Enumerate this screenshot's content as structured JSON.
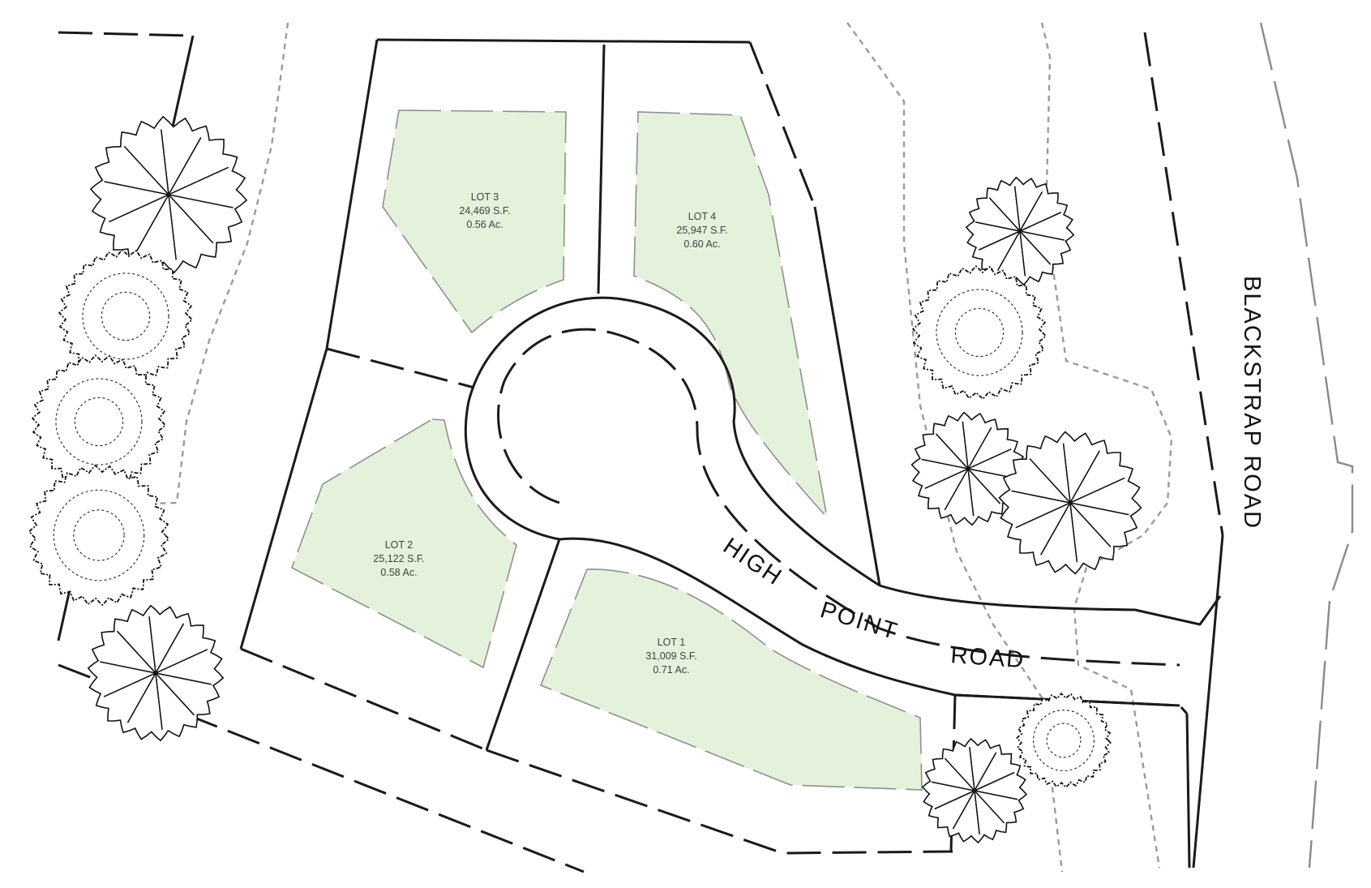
{
  "lots": [
    {
      "label": "LOT 3",
      "area_sf": "24,469 S.F.",
      "area_ac": "0.56 Ac."
    },
    {
      "label": "LOT 4",
      "area_sf": "25,947 S.F.",
      "area_ac": "0.60 Ac."
    },
    {
      "label": "LOT 2",
      "area_sf": "25,122 S.F.",
      "area_ac": "0.58 Ac."
    },
    {
      "label": "LOT 1",
      "area_sf": "31,009 S.F.",
      "area_ac": "0.71 Ac."
    }
  ],
  "roads": {
    "high_point_word1": "HIGH",
    "high_point_word2": "POINT",
    "high_point_word3": "ROAD",
    "blackstrap": "BLACKSTRAP ROAD"
  },
  "colors": {
    "building_envelope": "#e4f2db",
    "lines": "#1a1a1a",
    "easement": "#9a9a9a"
  },
  "icons": [
    "deciduous-tree-icon",
    "shrub-cluster-icon"
  ]
}
